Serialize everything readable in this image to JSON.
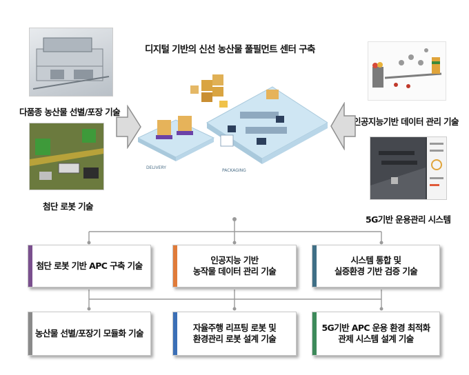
{
  "title": "디지털 기반의 신선 농산물 풀필먼트 센터 구축",
  "labels": {
    "sorting": "다품종 농산물 선별/포장 기술",
    "robot": "첨단 로봇 기술",
    "ai_data": "인공지능기반 데이터 관리 기술",
    "5g": "5G기반 운용관리 시스템"
  },
  "center_tags": {
    "delivery": "DELIVERY",
    "packaging": "PACKAGING"
  },
  "boxes": [
    {
      "line1": "첨단 로봇 기반 APC 구축 기술",
      "line2": "",
      "color": "#7a4f8e"
    },
    {
      "line1": "인공지능 기반",
      "line2": "농작물 데이터 관리 기술",
      "color": "#e07b3a"
    },
    {
      "line1": "시스템 통합 및",
      "line2": "실증환경 기반 검증 기술",
      "color": "#3f6f86"
    },
    {
      "line1": "농산물 선별/포장기 모듈화 기술",
      "line2": "",
      "color": "#8a8a8a"
    },
    {
      "line1": "자율주행 리프팅 로봇 및",
      "line2": "환경관리 로봇 설계 기술",
      "color": "#3b6fb6"
    },
    {
      "line1": "5G기반 APC 운용 환경 최적화",
      "line2": "관제 시스템 설계 기술",
      "color": "#3d8a5a"
    }
  ],
  "colors": {
    "connector": "#9a9a9a",
    "arrow_fill": "#dcdcdc",
    "arrow_stroke": "#8f8f8f",
    "platform": "#cfe6f3"
  }
}
